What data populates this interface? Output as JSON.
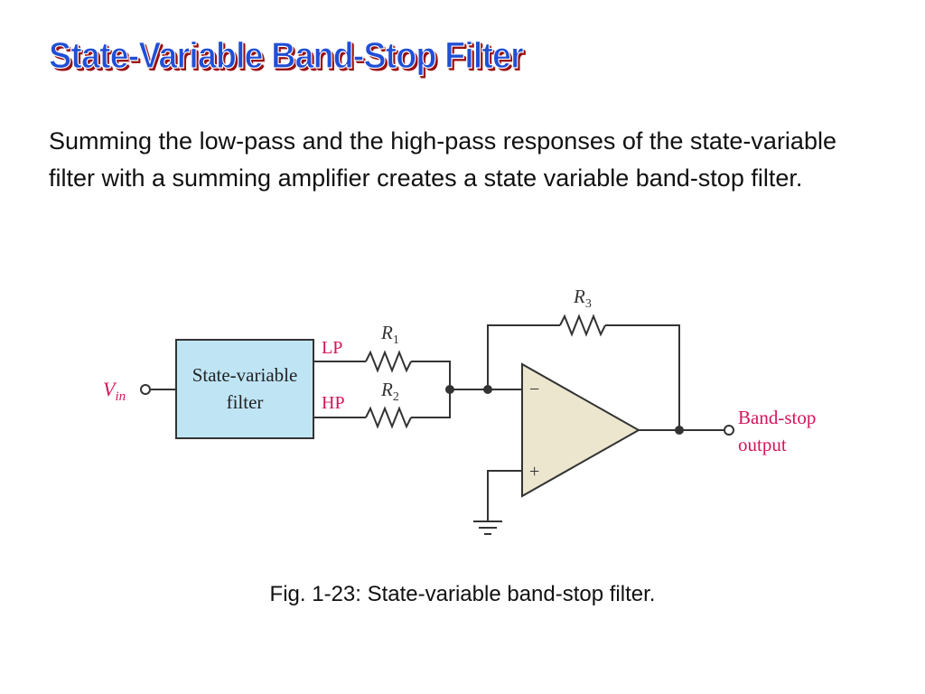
{
  "slide": {
    "title": "State-Variable Band-Stop Filter",
    "body": "Summing the low-pass and the high-pass responses of the state-variable filter with a summing amplifier creates a state variable band-stop filter.",
    "caption": "Fig. 1-23: State-variable band-stop filter."
  },
  "diagram": {
    "input_label": "V",
    "input_sub": "in",
    "block_line1": "State-variable",
    "block_line2": "filter",
    "lp_label": "LP",
    "hp_label": "HP",
    "r1_label": "R",
    "r1_sub": "1",
    "r2_label": "R",
    "r2_sub": "2",
    "r3_label": "R",
    "r3_sub": "3",
    "minus_sign": "−",
    "plus_sign": "+",
    "output_line1": "Band-stop",
    "output_line2": "output",
    "colors": {
      "block_fill": "#bfe5f5",
      "opamp_fill": "#ece6cf",
      "accent_text": "#d4145a",
      "wire": "#333333"
    }
  }
}
